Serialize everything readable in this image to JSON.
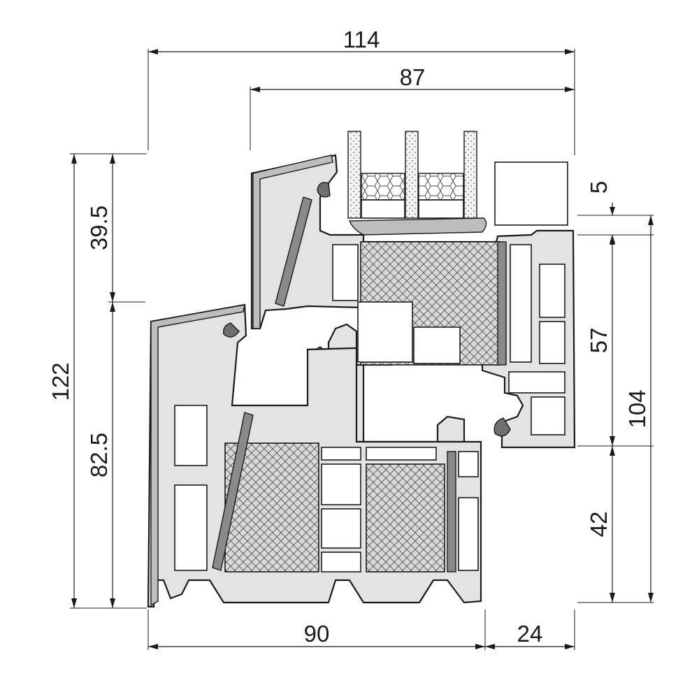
{
  "dimensions": {
    "overall_width": "114",
    "glazing_depth": "87",
    "top_offset": "5",
    "upper_height": "39.5",
    "total_height": "122",
    "lower_height": "82.5",
    "frame_right_height": "104",
    "mid_height": "57",
    "lower_right_height": "42",
    "bottom_left_width": "90",
    "bottom_right_width": "24"
  }
}
